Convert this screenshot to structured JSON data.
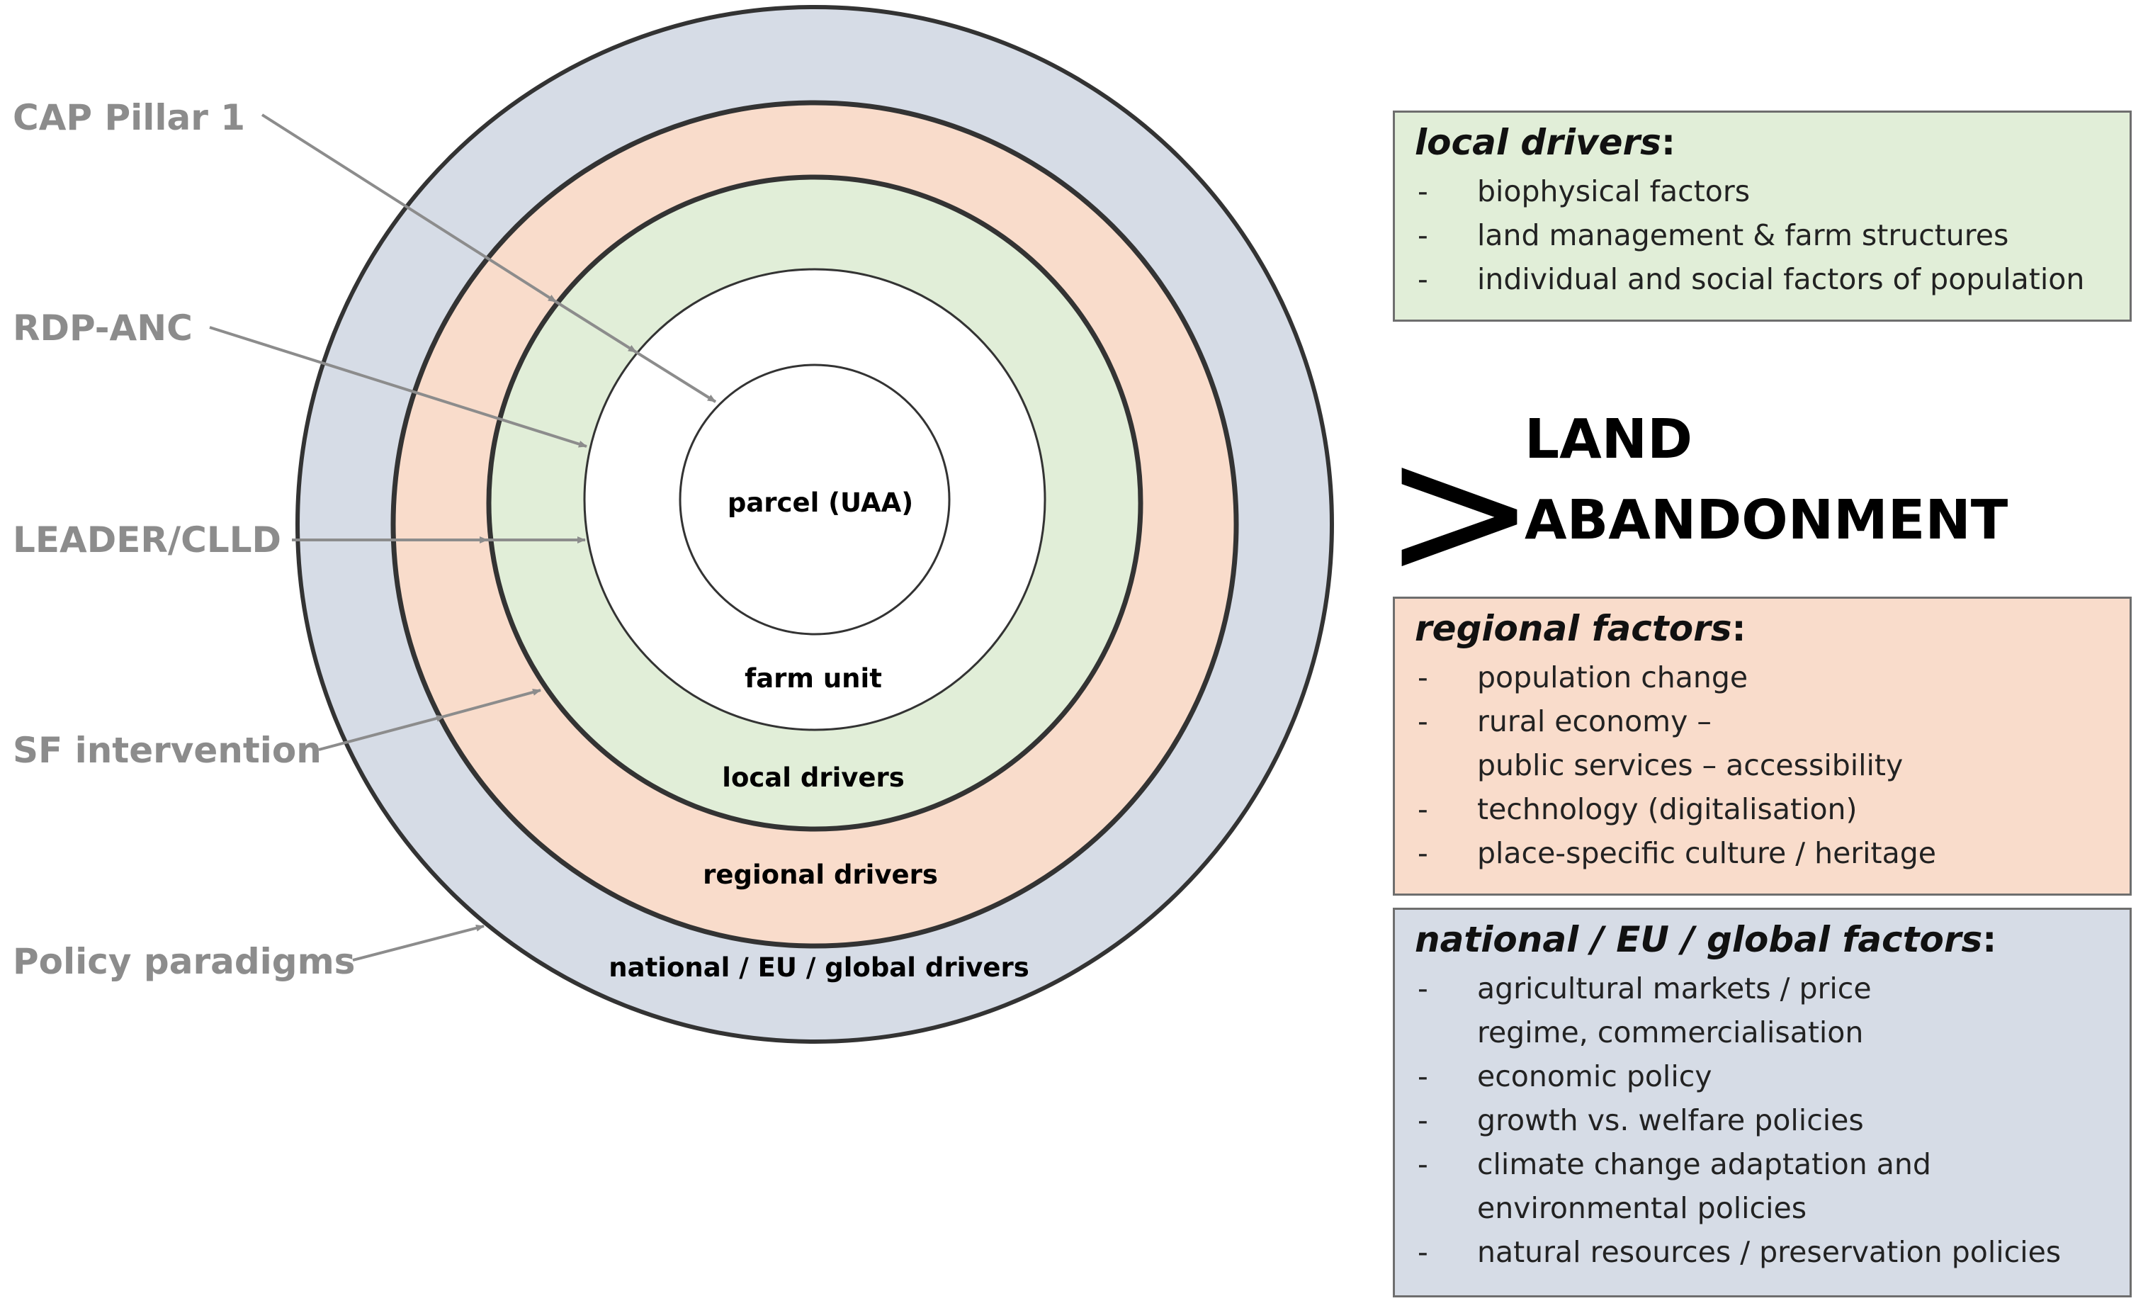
{
  "colors": {
    "national_ring": "#d6dce6",
    "regional_ring": "#f9dccb",
    "local_ring": "#e1eed8",
    "arrow": "#8c8c8c",
    "policy_text": "#8c8c8c",
    "local_box_bg": "#e1eed8",
    "regional_box_bg": "#f9dccb",
    "national_box_bg": "#d6dce6"
  },
  "rings": {
    "national": "national / EU / global drivers",
    "regional": "regional drivers",
    "local": "local drivers",
    "farm": "farm unit",
    "parcel": "parcel (UAA)"
  },
  "policies": [
    "CAP Pillar 1",
    "RDP-ANC",
    "LEADER/CLLD",
    "SF intervention",
    "Policy paradigms"
  ],
  "outcome": {
    "symbol": ">",
    "line1": "LAND",
    "line2": "ABANDONMENT"
  },
  "boxes": {
    "local": {
      "title": "local drivers",
      "colon": ":",
      "items": [
        "biophysical factors",
        "land management & farm structures",
        "individual and social factors of population"
      ]
    },
    "regional": {
      "title": "regional factors",
      "colon": ":",
      "items": [
        "population change",
        "rural economy –\npublic services – accessibility",
        "technology (digitalisation)",
        "place-specific culture / heritage"
      ]
    },
    "national": {
      "title": "national / EU / global factors",
      "colon": ":",
      "items": [
        "agricultural markets / price\nregime, commercialisation",
        "economic policy",
        "growth vs. welfare policies",
        "climate change adaptation and\nenvironmental policies",
        "natural resources / preservation policies"
      ]
    }
  }
}
